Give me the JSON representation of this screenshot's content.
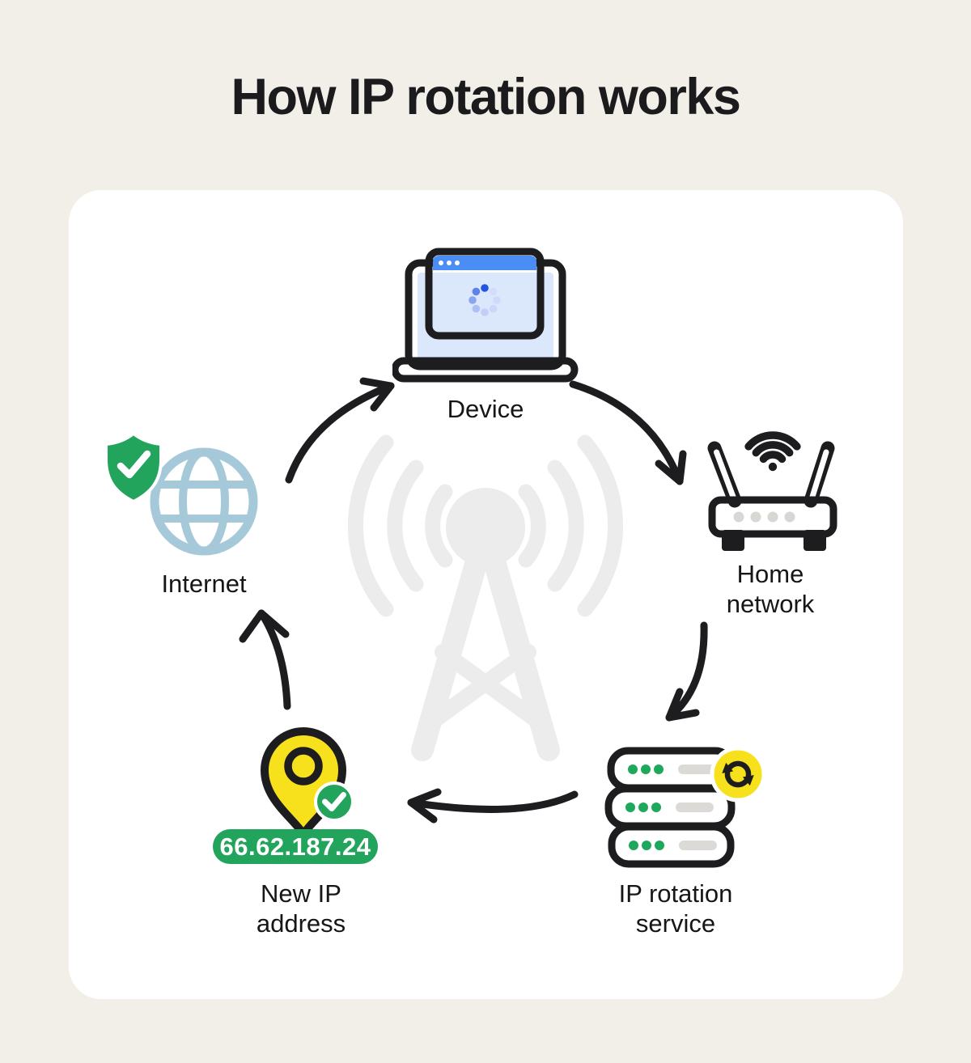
{
  "title": "How IP rotation works",
  "nodes": {
    "device": {
      "label": "Device",
      "icon": "laptop-loading-icon"
    },
    "home_network": {
      "label": "Home network",
      "icon": "wifi-router-icon"
    },
    "ip_rotation_service": {
      "label": "IP rotation service",
      "icon": "server-stack-icon",
      "badge_icon": "sync-rotation-icon"
    },
    "new_ip_address": {
      "label": "New IP address",
      "icon": "location-pin-icon",
      "badge_icon": "check-icon",
      "ip_badge": "66.62.187.24"
    },
    "internet": {
      "label": "Internet",
      "icon": "globe-icon",
      "badge_icon": "shield-check-icon"
    }
  },
  "flow": [
    {
      "from": "Device",
      "to": "Home network"
    },
    {
      "from": "Home network",
      "to": "IP rotation service"
    },
    {
      "from": "IP rotation service",
      "to": "New IP address"
    },
    {
      "from": "New IP address",
      "to": "Internet"
    },
    {
      "from": "Internet",
      "to": "Device"
    }
  ],
  "watermark": "radio-tower-signal-icon",
  "colors": {
    "bg": "#f2efe9",
    "card": "#ffffff",
    "ink": "#1d1c1f",
    "title_ink": "#1b1a1c",
    "blue": "#4a8df5",
    "screen_blue": "#dbe7fb",
    "globe_blue": "#a5c9d8",
    "green": "#22a45c",
    "green_dot": "#1ea85c",
    "yellow": "#f7e11c",
    "gray": "#dcdad7",
    "led_gray": "#d9d7d3",
    "watermark": "#ececec"
  }
}
